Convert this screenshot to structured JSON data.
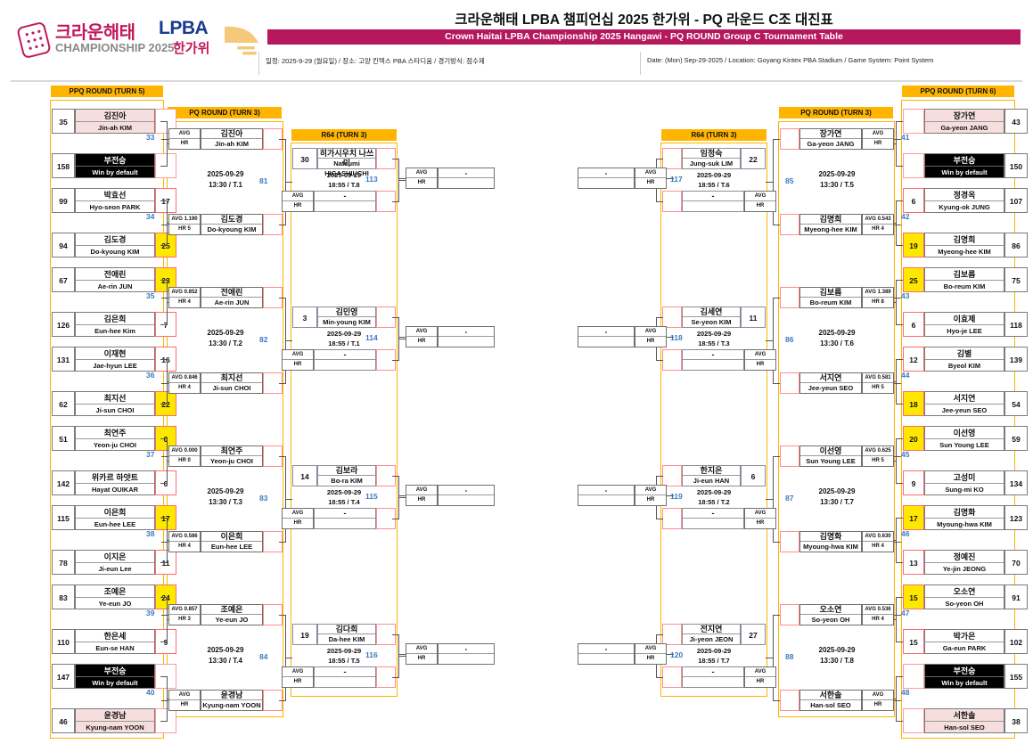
{
  "header": {
    "logo": {
      "brand_ko": "크라운해태",
      "brand_lpba": "LPBA",
      "sub_en": "CHAMPIONSHIP 2025",
      "sub_ko": "한가위",
      "dice_icon": "dice-icon",
      "fan_icon": "fan-icon"
    },
    "title_ko": "크라운해태 LPBA 챔피언십 2025 한가위 - PQ 라운드 C조 대진표",
    "title_en": "Crown Haitai LPBA Championship 2025 Hangawi - PQ ROUND Group C Tournament Table",
    "meta_ko": "일정: 2025-9-29 (월요일) / 장소: 고양 킨텍스 PBA 스타디움 / 경기방식: 점수제",
    "meta_en": "Date: (Mon) Sep-29-2025 / Location: Goyang Kintex PBA Stadium / Game System: Point System",
    "accent_color": "#b5185c",
    "chip_color": "#FFB400"
  },
  "rounds": {
    "ppq_left": "PPQ ROUND (TURN 5)",
    "pq_left": "PQ ROUND (TURN 3)",
    "r64_left": "R64 (TURN 3)",
    "r64_right": "R64 (TURN 3)",
    "pq_right": "PQ ROUND (TURN 3)",
    "ppq_right": "PPQ ROUND (TURN 6)"
  },
  "labels": {
    "avg": "AVG",
    "hr": "HR",
    "dash": "-"
  },
  "ppq_left": [
    {
      "match": "33",
      "a": {
        "seed": "35",
        "ko": "김진아",
        "en": "Jin-ah KIM",
        "score": "",
        "style": "pink",
        "score_style": "plain"
      },
      "b": {
        "seed": "158",
        "ko": "부전승",
        "en": "Win by default",
        "score": "",
        "style": "black",
        "score_style": "plain"
      }
    },
    {
      "match": "34",
      "a": {
        "seed": "99",
        "ko": "박효선",
        "en": "Hyo-seon PARK",
        "score": "17",
        "style": "",
        "score_style": ""
      },
      "b": {
        "seed": "94",
        "ko": "김도경",
        "en": "Do-kyoung KIM",
        "score": "25",
        "style": "",
        "score_style": "hl"
      }
    },
    {
      "match": "35",
      "a": {
        "seed": "67",
        "ko": "전애린",
        "en": "Ae-rin JUN",
        "score": "23",
        "style": "",
        "score_style": "hl"
      },
      "b": {
        "seed": "126",
        "ko": "김은희",
        "en": "Eun-hee Kim",
        "score": "7",
        "style": "",
        "score_style": ""
      }
    },
    {
      "match": "36",
      "a": {
        "seed": "131",
        "ko": "이재현",
        "en": "Jae-hyun LEE",
        "score": "16",
        "style": "",
        "score_style": ""
      },
      "b": {
        "seed": "62",
        "ko": "최지선",
        "en": "Ji-sun CHOI",
        "score": "22",
        "style": "",
        "score_style": "hl"
      }
    },
    {
      "match": "37",
      "a": {
        "seed": "51",
        "ko": "최연주",
        "en": "Yeon-ju CHOI",
        "score": "0",
        "style": "",
        "score_style": "hl"
      },
      "b": {
        "seed": "142",
        "ko": "위카르 하얏트",
        "en": "Hayat OUIKAR",
        "score": "0",
        "style": "",
        "score_style": ""
      }
    },
    {
      "match": "38",
      "a": {
        "seed": "115",
        "ko": "이은희",
        "en": "Eun-hee LEE",
        "score": "17",
        "style": "",
        "score_style": "hl"
      },
      "b": {
        "seed": "78",
        "ko": "이지은",
        "en": "Ji-eun Lee",
        "score": "11",
        "style": "",
        "score_style": ""
      }
    },
    {
      "match": "39",
      "a": {
        "seed": "83",
        "ko": "조예은",
        "en": "Ye-eun JO",
        "score": "24",
        "style": "",
        "score_style": "hl"
      },
      "b": {
        "seed": "110",
        "ko": "한은세",
        "en": "Eun-se HAN",
        "score": "9",
        "style": "",
        "score_style": ""
      }
    },
    {
      "match": "40",
      "a": {
        "seed": "147",
        "ko": "부전승",
        "en": "Win by default",
        "score": "",
        "style": "black",
        "score_style": "plain"
      },
      "b": {
        "seed": "46",
        "ko": "윤경남",
        "en": "Kyung-nam YOON",
        "score": "",
        "style": "pink",
        "score_style": "plain"
      }
    }
  ],
  "pq_left": [
    {
      "match": "81",
      "date": "2025-09-29",
      "time": "13:30 / T.1",
      "a": {
        "avg": "AVG",
        "hr": "HR",
        "ko": "김진아",
        "en": "Jin-ah KIM",
        "score": ""
      },
      "b": {
        "avg": "AVG 1.190",
        "hr": "HR 5",
        "ko": "김도경",
        "en": "Do-kyoung KIM",
        "score": ""
      }
    },
    {
      "match": "82",
      "date": "2025-09-29",
      "time": "13:30 / T.2",
      "a": {
        "avg": "AVG 0.852",
        "hr": "HR 4",
        "ko": "전애린",
        "en": "Ae-rin JUN",
        "score": ""
      },
      "b": {
        "avg": "AVG 0.846",
        "hr": "HR 4",
        "ko": "최지선",
        "en": "Ji-sun CHOI",
        "score": ""
      }
    },
    {
      "match": "83",
      "date": "2025-09-29",
      "time": "13:30 / T.3",
      "a": {
        "avg": "AVG 0.000",
        "hr": "HR 0",
        "ko": "최연주",
        "en": "Yeon-ju CHOI",
        "score": ""
      },
      "b": {
        "avg": "AVG 0.586",
        "hr": "HR 4",
        "ko": "이은희",
        "en": "Eun-hee LEE",
        "score": ""
      }
    },
    {
      "match": "84",
      "date": "2025-09-29",
      "time": "13:30 / T.4",
      "a": {
        "avg": "AVG 0.857",
        "hr": "HR 3",
        "ko": "조예은",
        "en": "Ye-eun JO",
        "score": ""
      },
      "b": {
        "avg": "AVG",
        "hr": "HR",
        "ko": "윤경남",
        "en": "Kyung-nam YOON",
        "score": ""
      }
    }
  ],
  "r64_left": [
    {
      "match": "113",
      "date": "2025-09-29",
      "time": "18:55 / T.8",
      "a": {
        "seed": "30",
        "ko": "히가시우치 나쓰미",
        "en": "Natsumi HIGASHIUCHI"
      },
      "b": {
        "avg": "AVG",
        "hr": "HR",
        "name": "-"
      }
    },
    {
      "match": "114",
      "date": "2025-09-29",
      "time": "18:55 / T.1",
      "a": {
        "seed": "3",
        "ko": "김민영",
        "en": "Min-young KIM"
      },
      "b": {
        "avg": "AVG",
        "hr": "HR",
        "name": "-"
      }
    },
    {
      "match": "115",
      "date": "2025-09-29",
      "time": "18:55 / T.4",
      "a": {
        "seed": "14",
        "ko": "김보라",
        "en": "Bo-ra KIM"
      },
      "b": {
        "avg": "AVG",
        "hr": "HR",
        "name": "-"
      }
    },
    {
      "match": "116",
      "date": "2025-09-29",
      "time": "18:55 / T.5",
      "a": {
        "seed": "19",
        "ko": "김다희",
        "en": "Da-hee KIM"
      },
      "b": {
        "avg": "AVG",
        "hr": "HR",
        "name": "-"
      }
    }
  ],
  "r64_right": [
    {
      "match": "117",
      "date": "2025-09-29",
      "time": "18:55 / T.6",
      "a": {
        "seed": "22",
        "ko": "임정숙",
        "en": "Jung-suk LIM"
      },
      "b": {
        "avg": "AVG",
        "hr": "HR",
        "name": "-"
      }
    },
    {
      "match": "118",
      "date": "2025-09-29",
      "time": "18:55 / T.3",
      "a": {
        "seed": "11",
        "ko": "김세연",
        "en": "Se-yeon KIM"
      },
      "b": {
        "avg": "AVG",
        "hr": "HR",
        "name": "-"
      }
    },
    {
      "match": "119",
      "date": "2025-09-29",
      "time": "18:55 / T.2",
      "a": {
        "seed": "6",
        "ko": "한지은",
        "en": "Ji-eun HAN"
      },
      "b": {
        "avg": "AVG",
        "hr": "HR",
        "name": "-"
      }
    },
    {
      "match": "120",
      "date": "2025-09-29",
      "time": "18:55 / T.7",
      "a": {
        "seed": "27",
        "ko": "전지연",
        "en": "Ji-yeon JEON"
      },
      "b": {
        "avg": "AVG",
        "hr": "HR",
        "name": "-"
      }
    }
  ],
  "pq_right": [
    {
      "match": "85",
      "date": "2025-09-29",
      "time": "13:30 / T.5",
      "a": {
        "avg": "AVG",
        "hr": "HR",
        "ko": "장가연",
        "en": "Ga-yeon JANG",
        "score": ""
      },
      "b": {
        "avg": "AVG 0.543",
        "hr": "HR 4",
        "ko": "김명희",
        "en": "Myeong-hee KIM",
        "score": ""
      }
    },
    {
      "match": "86",
      "date": "2025-09-29",
      "time": "13:30 / T.6",
      "a": {
        "avg": "AVG 1.389",
        "hr": "HR 8",
        "ko": "김보름",
        "en": "Bo-reum KIM",
        "score": ""
      },
      "b": {
        "avg": "AVG 0.581",
        "hr": "HR 5",
        "ko": "서지연",
        "en": "Jee-yeun SEO",
        "score": ""
      }
    },
    {
      "match": "87",
      "date": "2025-09-29",
      "time": "13:30 / T.7",
      "a": {
        "avg": "AVG 0.625",
        "hr": "HR 5",
        "ko": "이선영",
        "en": "Sun Young LEE",
        "score": ""
      },
      "b": {
        "avg": "AVG 0.630",
        "hr": "HR 4",
        "ko": "김명화",
        "en": "Myoung-hwa KIM",
        "score": ""
      }
    },
    {
      "match": "88",
      "date": "2025-09-29",
      "time": "13:30 / T.8",
      "a": {
        "avg": "AVG 0.536",
        "hr": "HR 4",
        "ko": "오소연",
        "en": "So-yeon OH",
        "score": ""
      },
      "b": {
        "avg": "AVG",
        "hr": "HR",
        "ko": "서한솔",
        "en": "Han-sol SEO",
        "score": ""
      }
    }
  ],
  "ppq_right": [
    {
      "match": "41",
      "a": {
        "seed": "43",
        "ko": "장가연",
        "en": "Ga-yeon JANG",
        "score": "",
        "style": "pink",
        "score_style": "plain"
      },
      "b": {
        "seed": "150",
        "ko": "부전승",
        "en": "Win by default",
        "score": "",
        "style": "black",
        "score_style": "plain"
      }
    },
    {
      "match": "42",
      "a": {
        "seed": "107",
        "ko": "정경옥",
        "en": "Kyung-ok JUNG",
        "score": "6",
        "style": "",
        "score_style": ""
      },
      "b": {
        "seed": "86",
        "ko": "김명희",
        "en": "Myeong-hee KIM",
        "score": "19",
        "style": "",
        "score_style": "hl"
      }
    },
    {
      "match": "43",
      "a": {
        "seed": "75",
        "ko": "김보름",
        "en": "Bo-reum KIM",
        "score": "25",
        "style": "",
        "score_style": "hl"
      },
      "b": {
        "seed": "118",
        "ko": "이효제",
        "en": "Hyo-je LEE",
        "score": "6",
        "style": "",
        "score_style": ""
      }
    },
    {
      "match": "44",
      "a": {
        "seed": "139",
        "ko": "김별",
        "en": "Byeol KIM",
        "score": "12",
        "style": "",
        "score_style": ""
      },
      "b": {
        "seed": "54",
        "ko": "서지연",
        "en": "Jee-yeun SEO",
        "score": "18",
        "style": "",
        "score_style": "hl"
      }
    },
    {
      "match": "45",
      "a": {
        "seed": "59",
        "ko": "이선영",
        "en": "Sun Young LEE",
        "score": "20",
        "style": "",
        "score_style": "hl"
      },
      "b": {
        "seed": "134",
        "ko": "고성미",
        "en": "Sung-mi KO",
        "score": "9",
        "style": "",
        "score_style": ""
      }
    },
    {
      "match": "46",
      "a": {
        "seed": "123",
        "ko": "김명화",
        "en": "Myoung-hwa KIM",
        "score": "17",
        "style": "",
        "score_style": "hl"
      },
      "b": {
        "seed": "70",
        "ko": "정예진",
        "en": "Ye-jin JEONG",
        "score": "13",
        "style": "",
        "score_style": ""
      }
    },
    {
      "match": "47",
      "a": {
        "seed": "91",
        "ko": "오소연",
        "en": "So-yeon OH",
        "score": "15",
        "style": "",
        "score_style": "hl"
      },
      "b": {
        "seed": "102",
        "ko": "박가은",
        "en": "Ga-eun PARK",
        "score": "15",
        "style": "",
        "score_style": ""
      }
    },
    {
      "match": "48",
      "a": {
        "seed": "155",
        "ko": "부전승",
        "en": "Win by default",
        "score": "",
        "style": "black",
        "score_style": "plain"
      },
      "b": {
        "seed": "38",
        "ko": "서한솔",
        "en": "Han-sol SEO",
        "score": "",
        "style": "pink",
        "score_style": "plain"
      }
    }
  ]
}
